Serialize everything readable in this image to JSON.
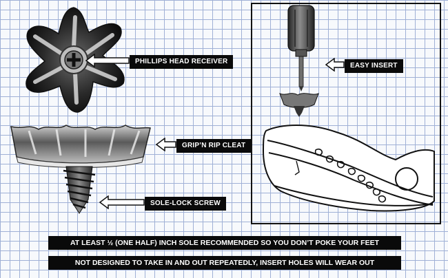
{
  "callouts": {
    "phillips": "PHILLIPS HEAD RECEIVER",
    "cleat": "GRIP’N RIP CLEAT",
    "screw": "SOLE-LOCK SCREW",
    "easy_insert": "EASY INSERT"
  },
  "banners": {
    "sole": "AT LEAST ½ (ONE HALF) INCH SOLE RECOMMENDED SO YOU DON’T POKE YOUR FEET",
    "wear": "NOT DESIGNED TO TAKE IN AND OUT REPEATEDLY, INSERT HOLES WILL WEAR OUT"
  },
  "icons": {
    "arrow": "outline-arrow-left-icon"
  },
  "colors": {
    "grid": "#9fb0d6",
    "background": "#f7f9fc",
    "label_bg": "#0a0a0a",
    "label_text": "#ffffff"
  }
}
